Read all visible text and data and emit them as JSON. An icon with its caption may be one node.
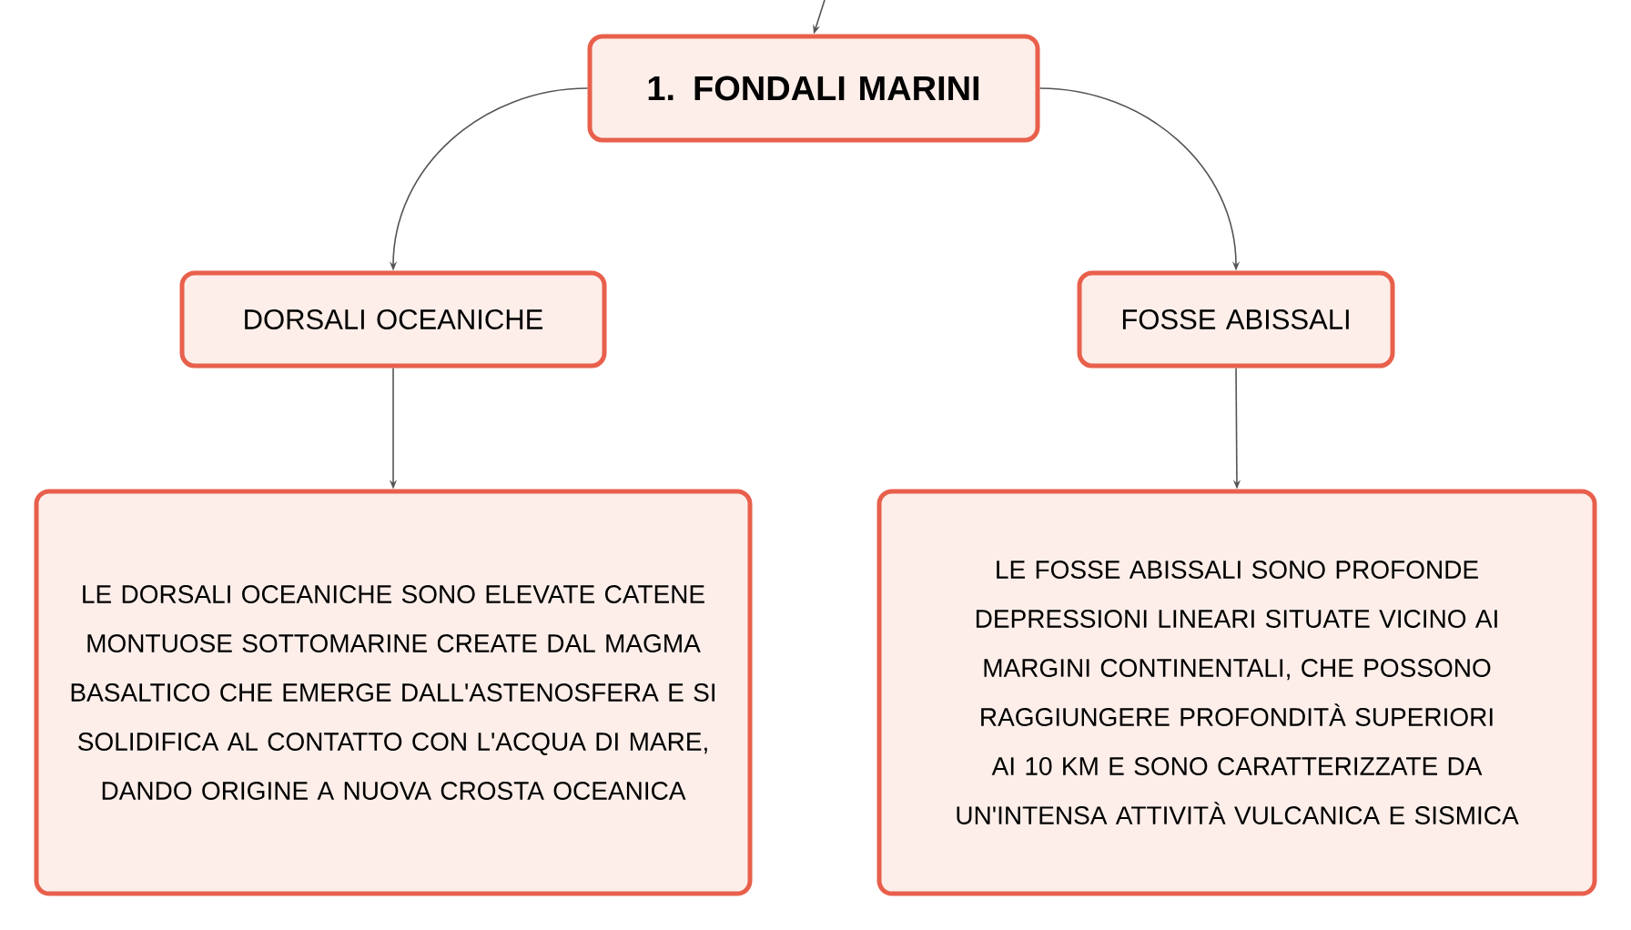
{
  "diagram": {
    "nodes": [
      {
        "text": [
          "1. FONDALI MARINI"
        ]
      },
      {
        "text": [
          "DORSALI OCEANICHE"
        ]
      },
      {
        "text": [
          "FOSSE ABISSALI"
        ]
      },
      {
        "text": [
          "LE DORSALI OCEANICHE SONO ELEVATE CATENE MONTUOSE SOTTOMARINE CREATE DAL MAGMA BASALTICO CHE EMERGE DALL'ASTENOSFERA E SI SOLIDIFICA AL CONTATTO CON L'ACQUA DI MARE, DANDO ORIGINE A NUOVA CROSTA OCEANICA"
        ]
      },
      {
        "text": [
          "LE FOSSE ABISSALI SONO PROFONDE DEPRESSIONI LINEARI SITUATE VICINO AI MARGINI CONTINENTALI, CHE POSSONO RAGGIUNGERE PROFONDITÀ SUPERIORI AI 10 KM E SONO CARATTERIZZATE DA UN'INTENSA ATTIVITÀ VULCANICA E SISMICA"
        ]
      }
    ],
    "edges": [
      {
        "from": null,
        "to": 0,
        "arrow": "to"
      },
      {
        "from": 0,
        "to": 1,
        "arrow": "to"
      },
      {
        "from": 0,
        "to": 2,
        "arrow": "to"
      },
      {
        "from": 1,
        "to": 3,
        "arrow": "to"
      },
      {
        "from": 2,
        "to": 4,
        "arrow": "to"
      }
    ]
  }
}
